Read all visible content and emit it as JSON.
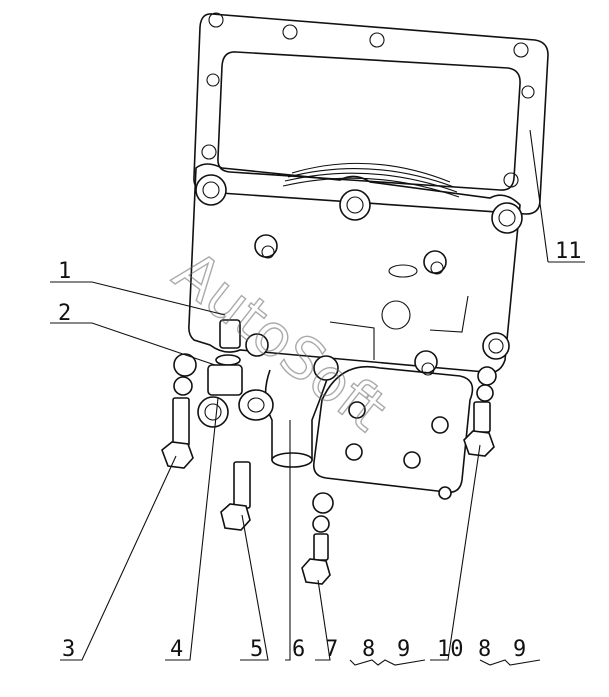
{
  "diagram": {
    "callouts": [
      {
        "id": "1",
        "label": "1"
      },
      {
        "id": "2",
        "label": "2"
      },
      {
        "id": "3",
        "label": "3"
      },
      {
        "id": "4",
        "label": "4"
      },
      {
        "id": "5",
        "label": "5"
      },
      {
        "id": "6",
        "label": "6"
      },
      {
        "id": "7",
        "label": "7"
      },
      {
        "id": "8a",
        "label": "8"
      },
      {
        "id": "9a",
        "label": "9"
      },
      {
        "id": "10",
        "label": "10"
      },
      {
        "id": "8b",
        "label": "8"
      },
      {
        "id": "9b",
        "label": "9"
      },
      {
        "id": "11",
        "label": "11"
      }
    ],
    "watermark": "AutoSoft"
  }
}
